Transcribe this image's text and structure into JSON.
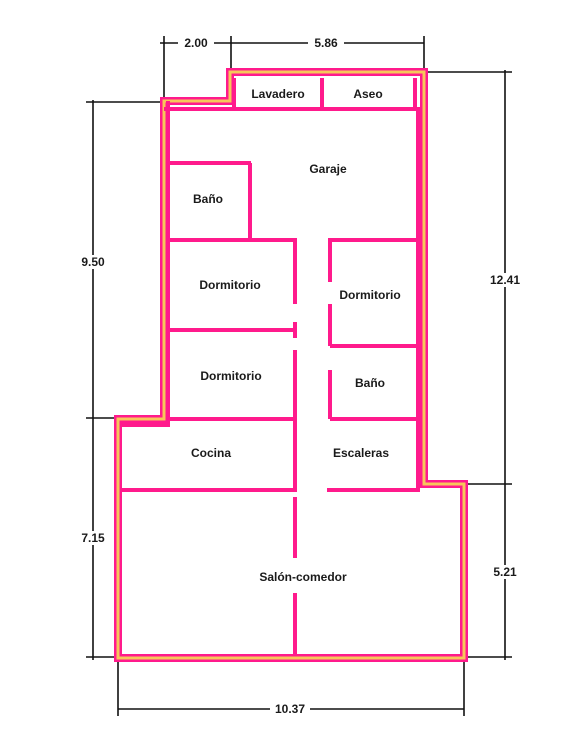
{
  "colors": {
    "wall": "#ff1a8c",
    "wall_fill": "#f7c65a",
    "dimension": "#111111",
    "background": "#ffffff"
  },
  "rooms": {
    "lavadero": "Lavadero",
    "aseo": "Aseo",
    "garaje": "Garaje",
    "bano_top": "Baño",
    "dormitorio_left_top": "Dormitorio",
    "dormitorio_right": "Dormitorio",
    "dormitorio_left_bottom": "Dormitorio",
    "bano_right": "Baño",
    "cocina": "Cocina",
    "escaleras": "Escaleras",
    "salon_comedor": "Salón-comedor"
  },
  "dimensions": {
    "top_left": "2.00",
    "top_right": "5.86",
    "left_upper": "9.50",
    "left_lower": "7.15",
    "right_upper": "12.41",
    "right_lower": "5.21",
    "bottom": "10.37"
  }
}
